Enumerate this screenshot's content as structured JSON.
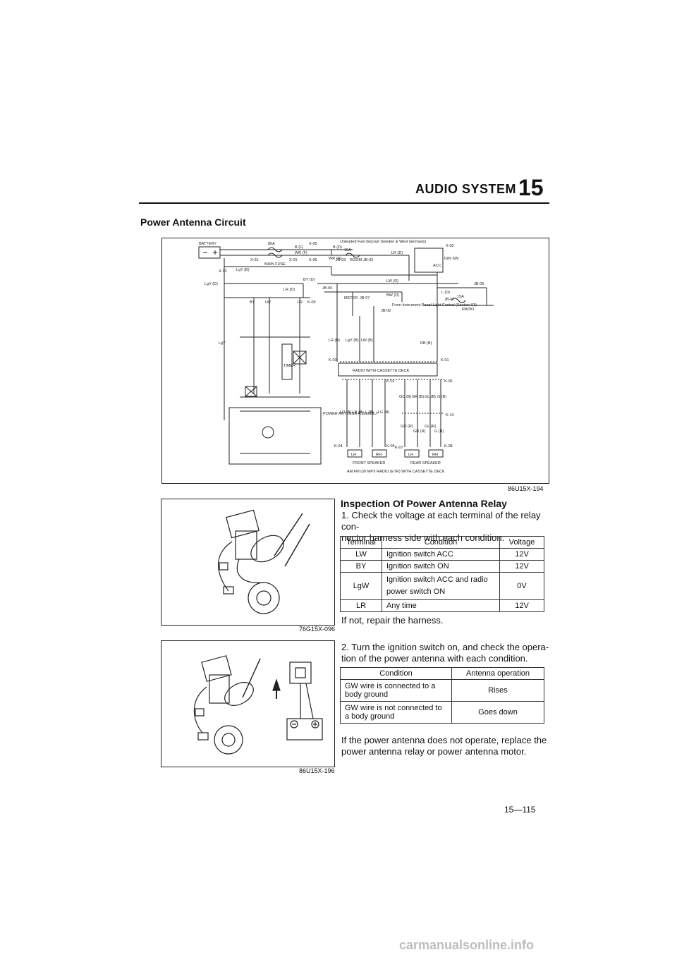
{
  "header": {
    "section_name": "AUDIO SYSTEM",
    "section_number": "15"
  },
  "section_title": "Power Antenna Circuit",
  "diagram": {
    "code": "86U15X-194",
    "labels": {
      "battery": "BATTERY",
      "fuse80": "80A",
      "main_fuse": "MAIN FUSE",
      "x01a": "X-01",
      "x01b": "X-01",
      "x05": "X-05",
      "x06": "X-06",
      "x13": "X-13",
      "x02": "X-02",
      "k09": "K-09",
      "k03": "K-03",
      "k01": "K-01",
      "k02": "K-02",
      "k06": "K-06",
      "k14": "K-14",
      "k04": "K-04",
      "k05": "K-05",
      "k07": "K-07",
      "k08": "K-08",
      "b_f": "B (F)",
      "wr_f": "WR (F)",
      "b_d": "B (D)",
      "wr_d": "WR (D)",
      "lr_d": "LR (D)",
      "lw_d": "LW (D)",
      "by_d": "BY (D)",
      "bw_d": "BW (D)",
      "lgy_d": "LgY (D)",
      "lgy_b": "LgY (B)",
      "lr_b": "LR (D)",
      "l_d": "L (D)",
      "unleaded": "Unleaded Fuel (Except Sweden & West Germany)",
      "fuse15a_room": "15A",
      "room": "ROOM",
      "meter": "METER",
      "jb03": "JB-03",
      "jb02": "JB-02",
      "jb06a": "JB-06",
      "jb06b": "JB-06",
      "jb07a": "JB-07",
      "jb07b": "JB-07",
      "jb02b": "JB-02",
      "ign_sw": "IGN SW",
      "acc": "ACC",
      "fuse15a_radio": "15A",
      "radio": "RADIO",
      "from_instr": "From Instrument Panel Light Control (Section 03)",
      "by": "BY",
      "lw": "LW",
      "lr": "LR",
      "lgy": "LgY",
      "timer": "TIMER",
      "power_antenna": "POWER ANTENNA ASSEMBLY",
      "radio_deck": "RADIO WITH CASSETTE DECK",
      "lr_b2": "LR (B)",
      "lgy_b2": "LgY (B)",
      "lw_b": "LW (B)",
      "rb_b": "RB (B)",
      "lo_b": "LO (B)",
      "lb_b": "LB (B)",
      "l_b": "L (B)",
      "lg_b": "LG (B)",
      "go_b": "GO (B)",
      "gr_b": "GR (B)",
      "gl_b": "GL (B)",
      "g_b": "G (B)",
      "go_r": "GO (R)",
      "gr_r": "GR (R)",
      "gl_r": "GL (R)",
      "g_r": "G (R)",
      "lh1": "LH",
      "rh1": "RH",
      "lh2": "LH",
      "rh2": "RH",
      "front_speaker": "FRONT SPEAKER",
      "rear_speaker": "REAR SPEAKER",
      "caption": "AM FM LW MPX RADIO (ETR) WITH CASSETTE DECK"
    }
  },
  "photo1": {
    "code": "76G15X-096"
  },
  "photo2": {
    "code": "86U15X-196"
  },
  "inspection": {
    "title": "Inspection Of Power Antenna Relay",
    "step1": "1. Check the voltage at each terminal of the relay con-\nnector harness side with each condition.",
    "table1": {
      "headers": [
        "Terminal",
        "Condition",
        "Voltage"
      ],
      "rows": [
        [
          "LW",
          "Ignition switch ACC",
          "12V"
        ],
        [
          "BY",
          "Ignition switch ON",
          "12V"
        ],
        [
          "LgW",
          "Ignition switch ACC and radio power switch ON",
          "0V"
        ],
        [
          "LR",
          "Any time",
          "12V"
        ]
      ]
    },
    "note1": "If not, repair the harness.",
    "step2": "2. Turn the ignition switch on, and check the opera-\ntion of the power antenna with each condition.",
    "table2": {
      "headers": [
        "Condition",
        "Antenna operation"
      ],
      "rows": [
        [
          "GW wire is connected to a body ground",
          "Rises"
        ],
        [
          "GW wire is not connected to a body ground",
          "Goes down"
        ]
      ]
    },
    "note2": "If the power antenna does not operate, replace the power antenna relay or power antenna motor."
  },
  "page_number": "15—115",
  "watermark": "carmanualsonline.info"
}
